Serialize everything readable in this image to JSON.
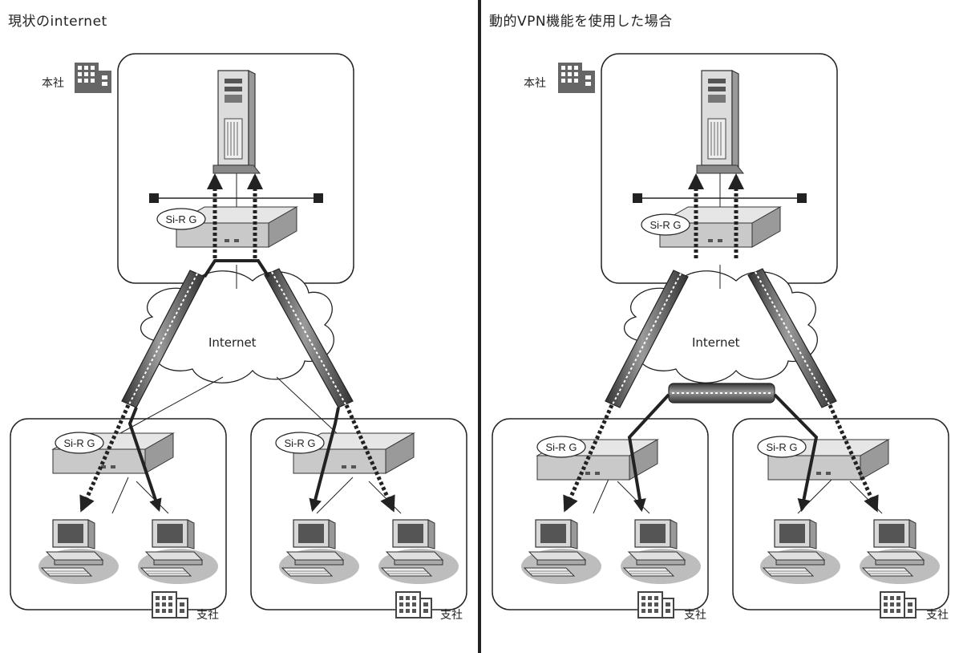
{
  "left": {
    "title": "現状のinternet",
    "hq_label": "本社",
    "branch1_label": "支社",
    "branch2_label": "支社",
    "internet_label": "Internet",
    "router_labels": [
      "Si-R G",
      "Si-R G",
      "Si-R G"
    ]
  },
  "right": {
    "title": "動的VPN機能を使用した場合",
    "hq_label": "本社",
    "branch1_label": "支社",
    "branch2_label": "支社",
    "internet_label": "Internet",
    "router_labels": [
      "Si-R G",
      "Si-R G",
      "Si-R G"
    ]
  },
  "colors": {
    "outline": "#222222",
    "tunnel": "#555555",
    "device": "#cfcfcf",
    "building": "#666666",
    "pc_base": "#bdbdbd"
  }
}
